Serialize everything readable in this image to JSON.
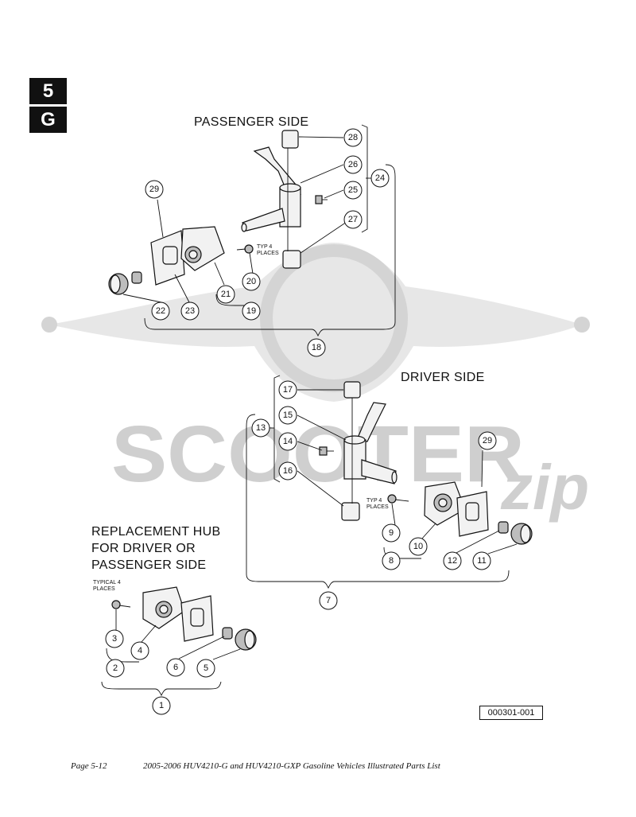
{
  "tabs": {
    "section": "5",
    "letter": "G"
  },
  "headings": {
    "passenger": "PASSENGER SIDE",
    "driver": "DRIVER SIDE",
    "replacement": "REPLACEMENT HUB\nFOR DRIVER OR\nPASSENGER SIDE"
  },
  "notes": {
    "typ4_passenger": "TYP 4\nPLACES",
    "typ4_driver": "TYP 4\nPLACES",
    "typical4": "TYPICAL 4\nPLACES"
  },
  "watermark": {
    "brand": "SCOOTER",
    "script": "zip"
  },
  "callouts": {
    "c28": "28",
    "c26": "26",
    "c25": "25",
    "c24": "24",
    "c27": "27",
    "c29a": "29",
    "c20": "20",
    "c21": "21",
    "c19": "19",
    "c22": "22",
    "c23": "23",
    "c18": "18",
    "c17": "17",
    "c15": "15",
    "c13": "13",
    "c14": "14",
    "c16": "16",
    "c29b": "29",
    "c9": "9",
    "c10": "10",
    "c8": "8",
    "c12": "12",
    "c11": "11",
    "c7": "7",
    "c3": "3",
    "c4": "4",
    "c2": "2",
    "c6": "6",
    "c5": "5",
    "c1": "1"
  },
  "reference_number": "000301-001",
  "footer": {
    "page": "Page 5-12",
    "title": "2005-2006 HUV4210-G and HUV4210-GXP Gasoline Vehicles Illustrated Parts List"
  }
}
